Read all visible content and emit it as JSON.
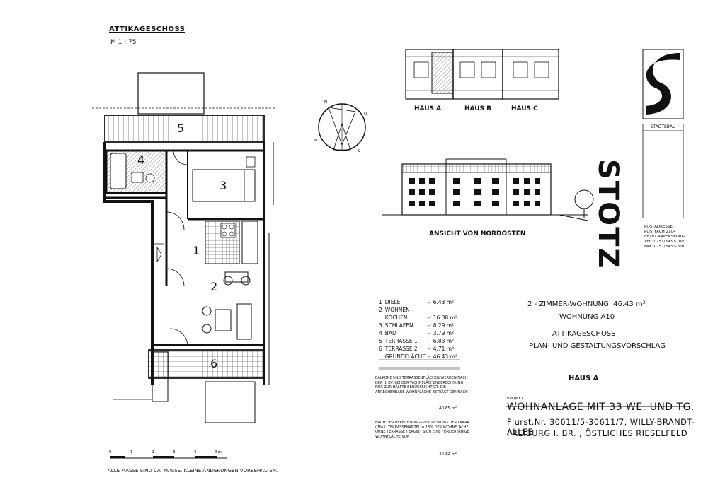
{
  "plan_title": "ATTIKAGESCHOSS",
  "scale": "M 1 : 75",
  "room_numbers": [
    "1",
    "2",
    "3",
    "4",
    "5",
    "6"
  ],
  "houses": [
    "HAUS A",
    "HAUS B",
    "HAUS C"
  ],
  "compass": {
    "n": "N",
    "o": "O",
    "s": "S",
    "w": "W"
  },
  "elevation_title": "ANSICHT VON NORDOSTEN",
  "company": {
    "name": "STOTZ",
    "tagline": "STADTEBAU",
    "address": [
      "POSTADRESSE:",
      "POSTFACH 2104",
      "88181 RAVENSBURG",
      "TEL: 0751/3430-100",
      "FAX: 0751/3430-200"
    ]
  },
  "rooms": [
    {
      "no": "1",
      "name": "DIELE",
      "area": "6.43 m²"
    },
    {
      "no": "2",
      "name": "WOHNEN -",
      "area": ""
    },
    {
      "no": "",
      "name": "KOCHEN",
      "area": "16.38 m²"
    },
    {
      "no": "3",
      "name": "SCHLAFEN",
      "area": "8.29 m²"
    },
    {
      "no": "4",
      "name": "BAD",
      "area": "3.79 m²"
    },
    {
      "no": "5",
      "name": "TERRASSE 1",
      "area": "6.83 m²"
    },
    {
      "no": "6",
      "name": "TERRASSE 2",
      "area": "4.71 m²"
    }
  ],
  "total_label": "GRUNDFLÄCHE",
  "total_area": "46.43 m²",
  "note1": "BALKONE UND TERRASSENFLÄCHEN WERDEN NACH DER II. BV. BEI DER WOHNFLÄCHENBERECHNUNG NUR ZUR HÄLFTE BERÜCKSICHTIGT. DIE ANRECHENBARE WOHNFLÄCHE BETRÄGT DEMNACH",
  "note1_value": "40.65 m²",
  "note2": "NACH DER BERECHNUNGSVERORDNUNG DER LAKRA ( MAX. TERRASSENANTEL = 15% DER WOHNFLÄCHE OHNE TERRASSE ) ERGIBT SICH EINE FÖRDERFÄHIGE WOHNFLÄCHE VON",
  "note2_value": "40.12 m²",
  "unit": {
    "type": "2 - ZIMMER-WOHNUNG",
    "area": "46.43 m²",
    "name": "WOHNUNG A10",
    "floor": "ATTIKAGESCHOSS",
    "plan_type": "PLAN- UND GESTALTUNGSVORSCHLAG",
    "house": "HAUS A"
  },
  "project": {
    "label": "PROJEKT",
    "title": "WOHNANLAGE MIT 33 WE. UND TG.",
    "flurst": "Flurst.Nr. 30611/5-30611/7, WILLY-BRANDT-ALLEE",
    "location": "FREIBURG I. BR. , ÖSTLICHES RIESELFELD"
  },
  "scalebar": {
    "ticks": [
      "0",
      "1",
      "2",
      "3",
      "4",
      "5m"
    ]
  },
  "disclaimer": "ALLE MASSE SIND CA. MASSE.  KLEINE ÄNDERUNGEN VORBEHALTEN."
}
